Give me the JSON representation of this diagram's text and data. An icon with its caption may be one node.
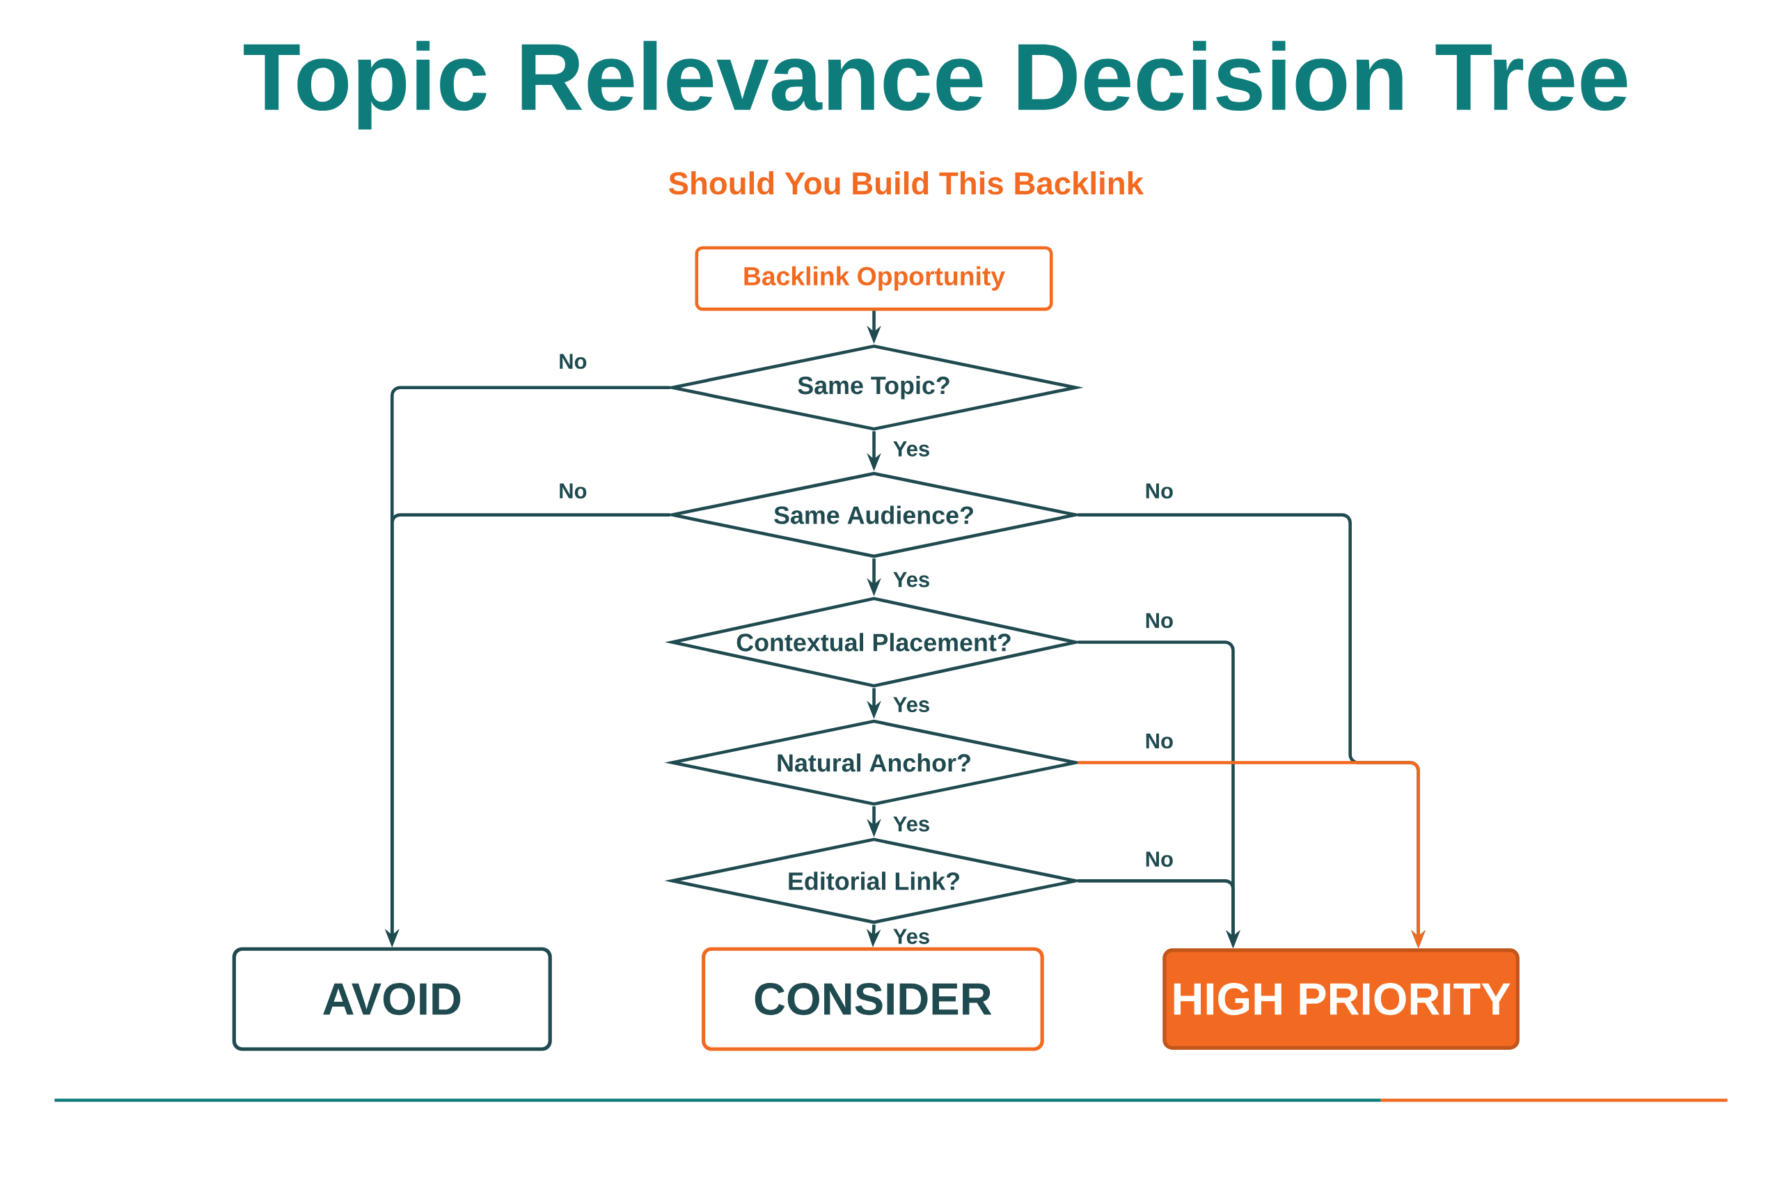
{
  "diagram": {
    "title": "Topic Relevance Decision Tree",
    "nodes": [
      {
        "text": [
          "Backlink Opportunity"
        ]
      },
      {
        "text": [
          "Same Topic?"
        ]
      },
      {
        "text": [
          "Same Audience?"
        ]
      },
      {
        "text": [
          "Contextual Placement?"
        ]
      },
      {
        "text": [
          "Natural Anchor?"
        ]
      },
      {
        "text": [
          "Editorial Link?"
        ]
      },
      {
        "text": [
          "AVOID"
        ]
      },
      {
        "text": [
          "CONSIDER"
        ]
      },
      {
        "text": [
          "HIGH PRIORITY"
        ]
      }
    ],
    "edges": [
      {
        "from": 0,
        "to": 1,
        "arrow": "to"
      },
      {
        "from": 1,
        "to": 2,
        "arrow": "to",
        "label": "Yes"
      },
      {
        "from": 1,
        "to": 6,
        "arrow": "to",
        "label": "No"
      },
      {
        "from": 2,
        "to": 3,
        "arrow": "to",
        "label": "Yes"
      },
      {
        "from": 2,
        "to": 6,
        "arrow": "to",
        "label": "No"
      },
      {
        "from": 2,
        "to": 8,
        "arrow": "to",
        "label": "No"
      },
      {
        "from": 3,
        "to": 4,
        "arrow": "to",
        "label": "Yes"
      },
      {
        "from": 3,
        "to": 8,
        "arrow": "to",
        "label": "No"
      },
      {
        "from": 4,
        "to": 5,
        "arrow": "to",
        "label": "Yes"
      },
      {
        "from": 4,
        "to": 8,
        "arrow": "to",
        "label": "No",
        "color": "#f26a21"
      },
      {
        "from": 5,
        "to": 7,
        "arrow": "to",
        "label": "Yes"
      },
      {
        "from": 5,
        "to": 8,
        "arrow": "to",
        "label": "No"
      }
    ],
    "labels": [
      "Should You Build This Backlink"
    ]
  }
}
